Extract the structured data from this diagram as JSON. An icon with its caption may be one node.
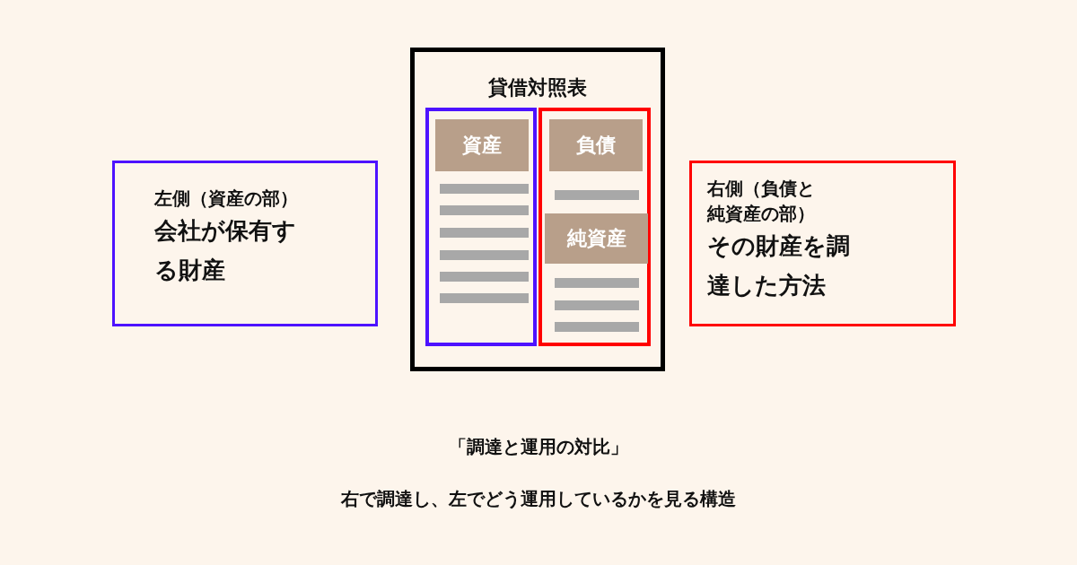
{
  "diagram": {
    "nodes": [
      {
        "text": [
          "左側（資産の部）",
          "会社が保有する財産"
        ]
      },
      {
        "text": [
          "貸借対照表"
        ]
      },
      {
        "text": [],
        "shape": "box",
        "in": 1
      },
      {
        "text": [
          "資産"
        ],
        "in": 2
      },
      {
        "text": [],
        "shape": "box",
        "in": 1
      },
      {
        "text": [
          "負債"
        ],
        "in": 4
      },
      {
        "text": [
          "純資産"
        ],
        "in": 4
      },
      {
        "text": [
          "右側（負債と純資産の部）",
          "その財産を調達した方法"
        ]
      }
    ],
    "edges": [],
    "labels": [
      "「調達と運用の対比」",
      "右で調達し、左でどう運用しているかを見る構造"
    ]
  }
}
